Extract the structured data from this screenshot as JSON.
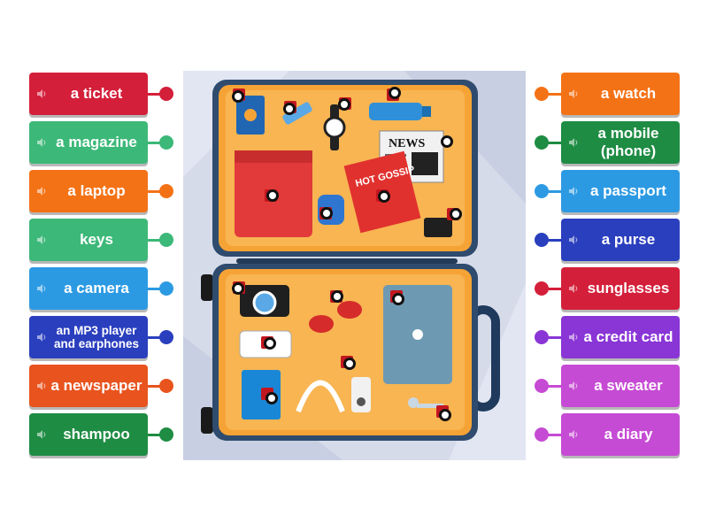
{
  "left_labels": [
    {
      "text": "a ticket",
      "color": "#d41f3a",
      "dot": "#d41f3a"
    },
    {
      "text": "a magazine",
      "color": "#3cb878",
      "dot": "#3cb878"
    },
    {
      "text": "a laptop",
      "color": "#f47216",
      "dot": "#f47216"
    },
    {
      "text": "keys",
      "color": "#3cb878",
      "dot": "#3cb878"
    },
    {
      "text": "a camera",
      "color": "#2c9ae3",
      "dot": "#2c9ae3"
    },
    {
      "text": "an MP3 player and earphones",
      "color": "#2a3fbe",
      "dot": "#2a3fbe"
    },
    {
      "text": "a newspaper",
      "color": "#e8531e",
      "dot": "#e8531e"
    },
    {
      "text": "shampoo",
      "color": "#1e8c43",
      "dot": "#1e8c43"
    }
  ],
  "right_labels": [
    {
      "text": "a watch",
      "color": "#f47216",
      "dot": "#f47216"
    },
    {
      "text": "a mobile (phone)",
      "color": "#1e8c43",
      "dot": "#1e8c43"
    },
    {
      "text": "a passport",
      "color": "#2c9ae3",
      "dot": "#2c9ae3"
    },
    {
      "text": "a purse",
      "color": "#2a3fbe",
      "dot": "#2a3fbe"
    },
    {
      "text": "sunglasses",
      "color": "#d41f3a",
      "dot": "#d41f3a"
    },
    {
      "text": "a credit card",
      "color": "#8a35d6",
      "dot": "#8a35d6"
    },
    {
      "text": "a sweater",
      "color": "#c64bd4",
      "dot": "#c64bd4"
    },
    {
      "text": "a diary",
      "color": "#c64bd4",
      "dot": "#c64bd4"
    }
  ],
  "newspaper_masthead": "NEWS",
  "magazine_cover": "HOT GOSSIP",
  "icons": {
    "speaker": "speaker-icon"
  }
}
